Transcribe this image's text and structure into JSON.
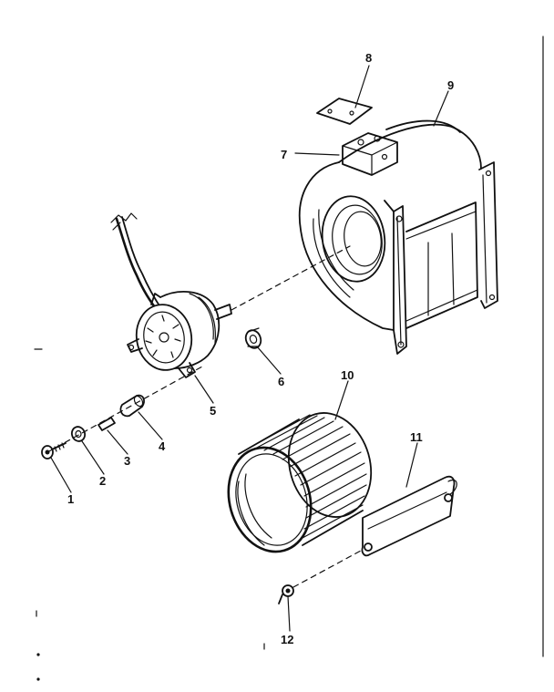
{
  "diagram": {
    "callouts": {
      "p1": "1",
      "p2": "2",
      "p3": "3",
      "p4": "4",
      "p5": "5",
      "p6": "6",
      "p7": "7",
      "p8": "8",
      "p9": "9",
      "p10": "10",
      "p11": "11",
      "p12": "12"
    },
    "colors": {
      "ink": "#111111",
      "paper": "#ffffff"
    }
  }
}
